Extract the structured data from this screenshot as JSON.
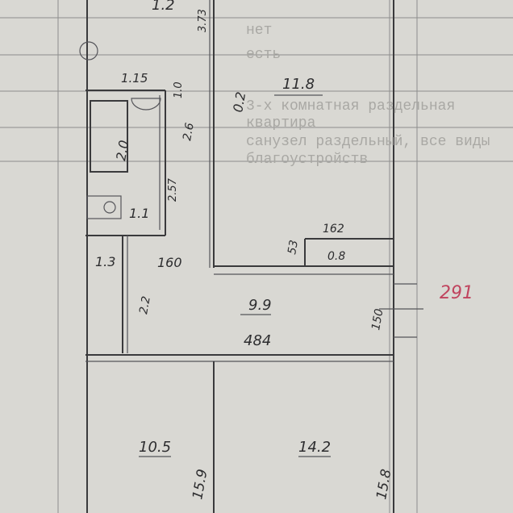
{
  "form_text": {
    "line1": "нет",
    "line2": "есть",
    "line3": "3-х комнатная раздельная квартира",
    "line4": "санузел раздельный, все виды",
    "line5": "благоустройств"
  },
  "dimensions": {
    "top_room_area": "1.2",
    "top_height": "3.73",
    "bath_width": "1.15",
    "bath_small": "1.0",
    "bath_area": "2.0",
    "bath_depth": "2.6",
    "bath_length": "2.57",
    "toilet_area": "1.1",
    "room_top_area": "11.8",
    "room_top_side": "0.2",
    "closet_width": "162",
    "closet_depth": "53",
    "closet_area": "0.8",
    "corridor_side": "1.3",
    "corridor_width": "160",
    "corridor_door": "2.2",
    "hall_area": "9.9",
    "hall_length": "484",
    "hall_opening": "150",
    "room_left_area": "10.5",
    "room_left_side": "15.9",
    "room_right_area": "14.2",
    "room_right_side": "15.8"
  },
  "annotation_red": "291",
  "colors": {
    "paper": "#d9d8d3",
    "ink": "#2d2d2f",
    "red_ink": "#c0445e"
  }
}
